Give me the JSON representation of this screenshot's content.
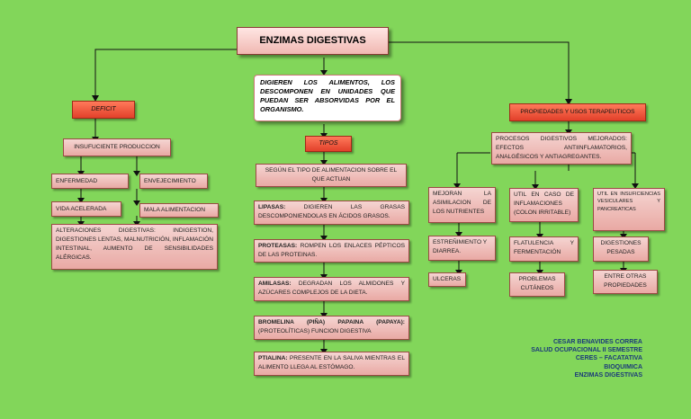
{
  "title": "ENZIMAS DIGESTIVAS",
  "left": {
    "header": "DEFICIT",
    "cause": "INSUFUCIENTE PRODUCCION",
    "items": [
      "ENFERMEDAD",
      "ENVEJECIMIENTO",
      "VIDA ACELERADA",
      "MALA ALIMENTACION"
    ],
    "effects": "ALTERACIONES DIGESTIVAS: INDIGESTION, DIGESTIONES LENTAS, MALNUTRICIÓN, INFLAMACIÓN INTESTINAL, AUMENTO DE SENSIBILIDADES ALÉRGICAS."
  },
  "center": {
    "definition": "DIGIEREN LOS ALIMENTOS, LOS DESCOMPONEN EN UNIDADES QUE PUEDAN SER ABSORVIDAS POR EL ORGANISMO.",
    "header": "TIPOS",
    "intro": "SEGÚN EL TIPO DE ALIMENTACION SOBRE EL QUE ACTUAN",
    "types": [
      {
        "name": "LIPASAS:",
        "text": " DIGIEREN LAS GRASAS DESCOMPONIENDOLAS EN ÁCIDOS GRASOS."
      },
      {
        "name": "PROTEASAS:",
        "text": " ROMPEN LOS ENLACES PÉPTICOS DE LAS PROTEINAS."
      },
      {
        "name": "AMILASAS:",
        "text": " DEGRADAN LOS ALMIDONES Y AZÚCARES COMPLEJOS DE LA DIETA."
      },
      {
        "name": "BROMELINA (PIÑA) PAPAINA (PAPAYA):",
        "text": " (PROTEOLÍTICAS) FUNCION DIGESTIVA"
      },
      {
        "name": "PTIALINA:",
        "text": " PRESENTE EN LA SALIVA MIENTRAS EL ALIMENTO LLEGA AL ESTÓMAGO."
      }
    ]
  },
  "right": {
    "header": "PROPIEDADES Y USOS TERAPEUTICOS",
    "processes": "PROCESOS DIGESTIVOS MEJORADOS: EFECTOS ANTIINFLAMATORIOS, ANALGÉSICOS Y ANTIAGREGANTES.",
    "col1": [
      "MEJORAN LA ASIMILACION DE LOS NUTRIENTES",
      "ESTREÑIMIENTO Y DIARREA.",
      "ULCERAS"
    ],
    "col2": [
      "UTIL EN CASO DE INFLAMACIONES (COLON IRRITABLE)",
      "FLATULENCIA Y FERMENTACIÓN",
      "PROBLEMAS CUTÁNEOS"
    ],
    "col3": [
      "UTIL EN INSUFICIENCIAS VESICULARES Y PANCREATICAS",
      "DIGESTIONES PESADAS",
      "ENTRE OTRAS PROPIEDADES"
    ]
  },
  "credits": [
    "CESAR BENAVIDES CORREA",
    "SALUD OCUPACIONAL II SEMESTRE",
    "CERES – FACATATIVA",
    "BIOQUIMICA",
    "ENZIMAS DIGESTIVAS"
  ]
}
